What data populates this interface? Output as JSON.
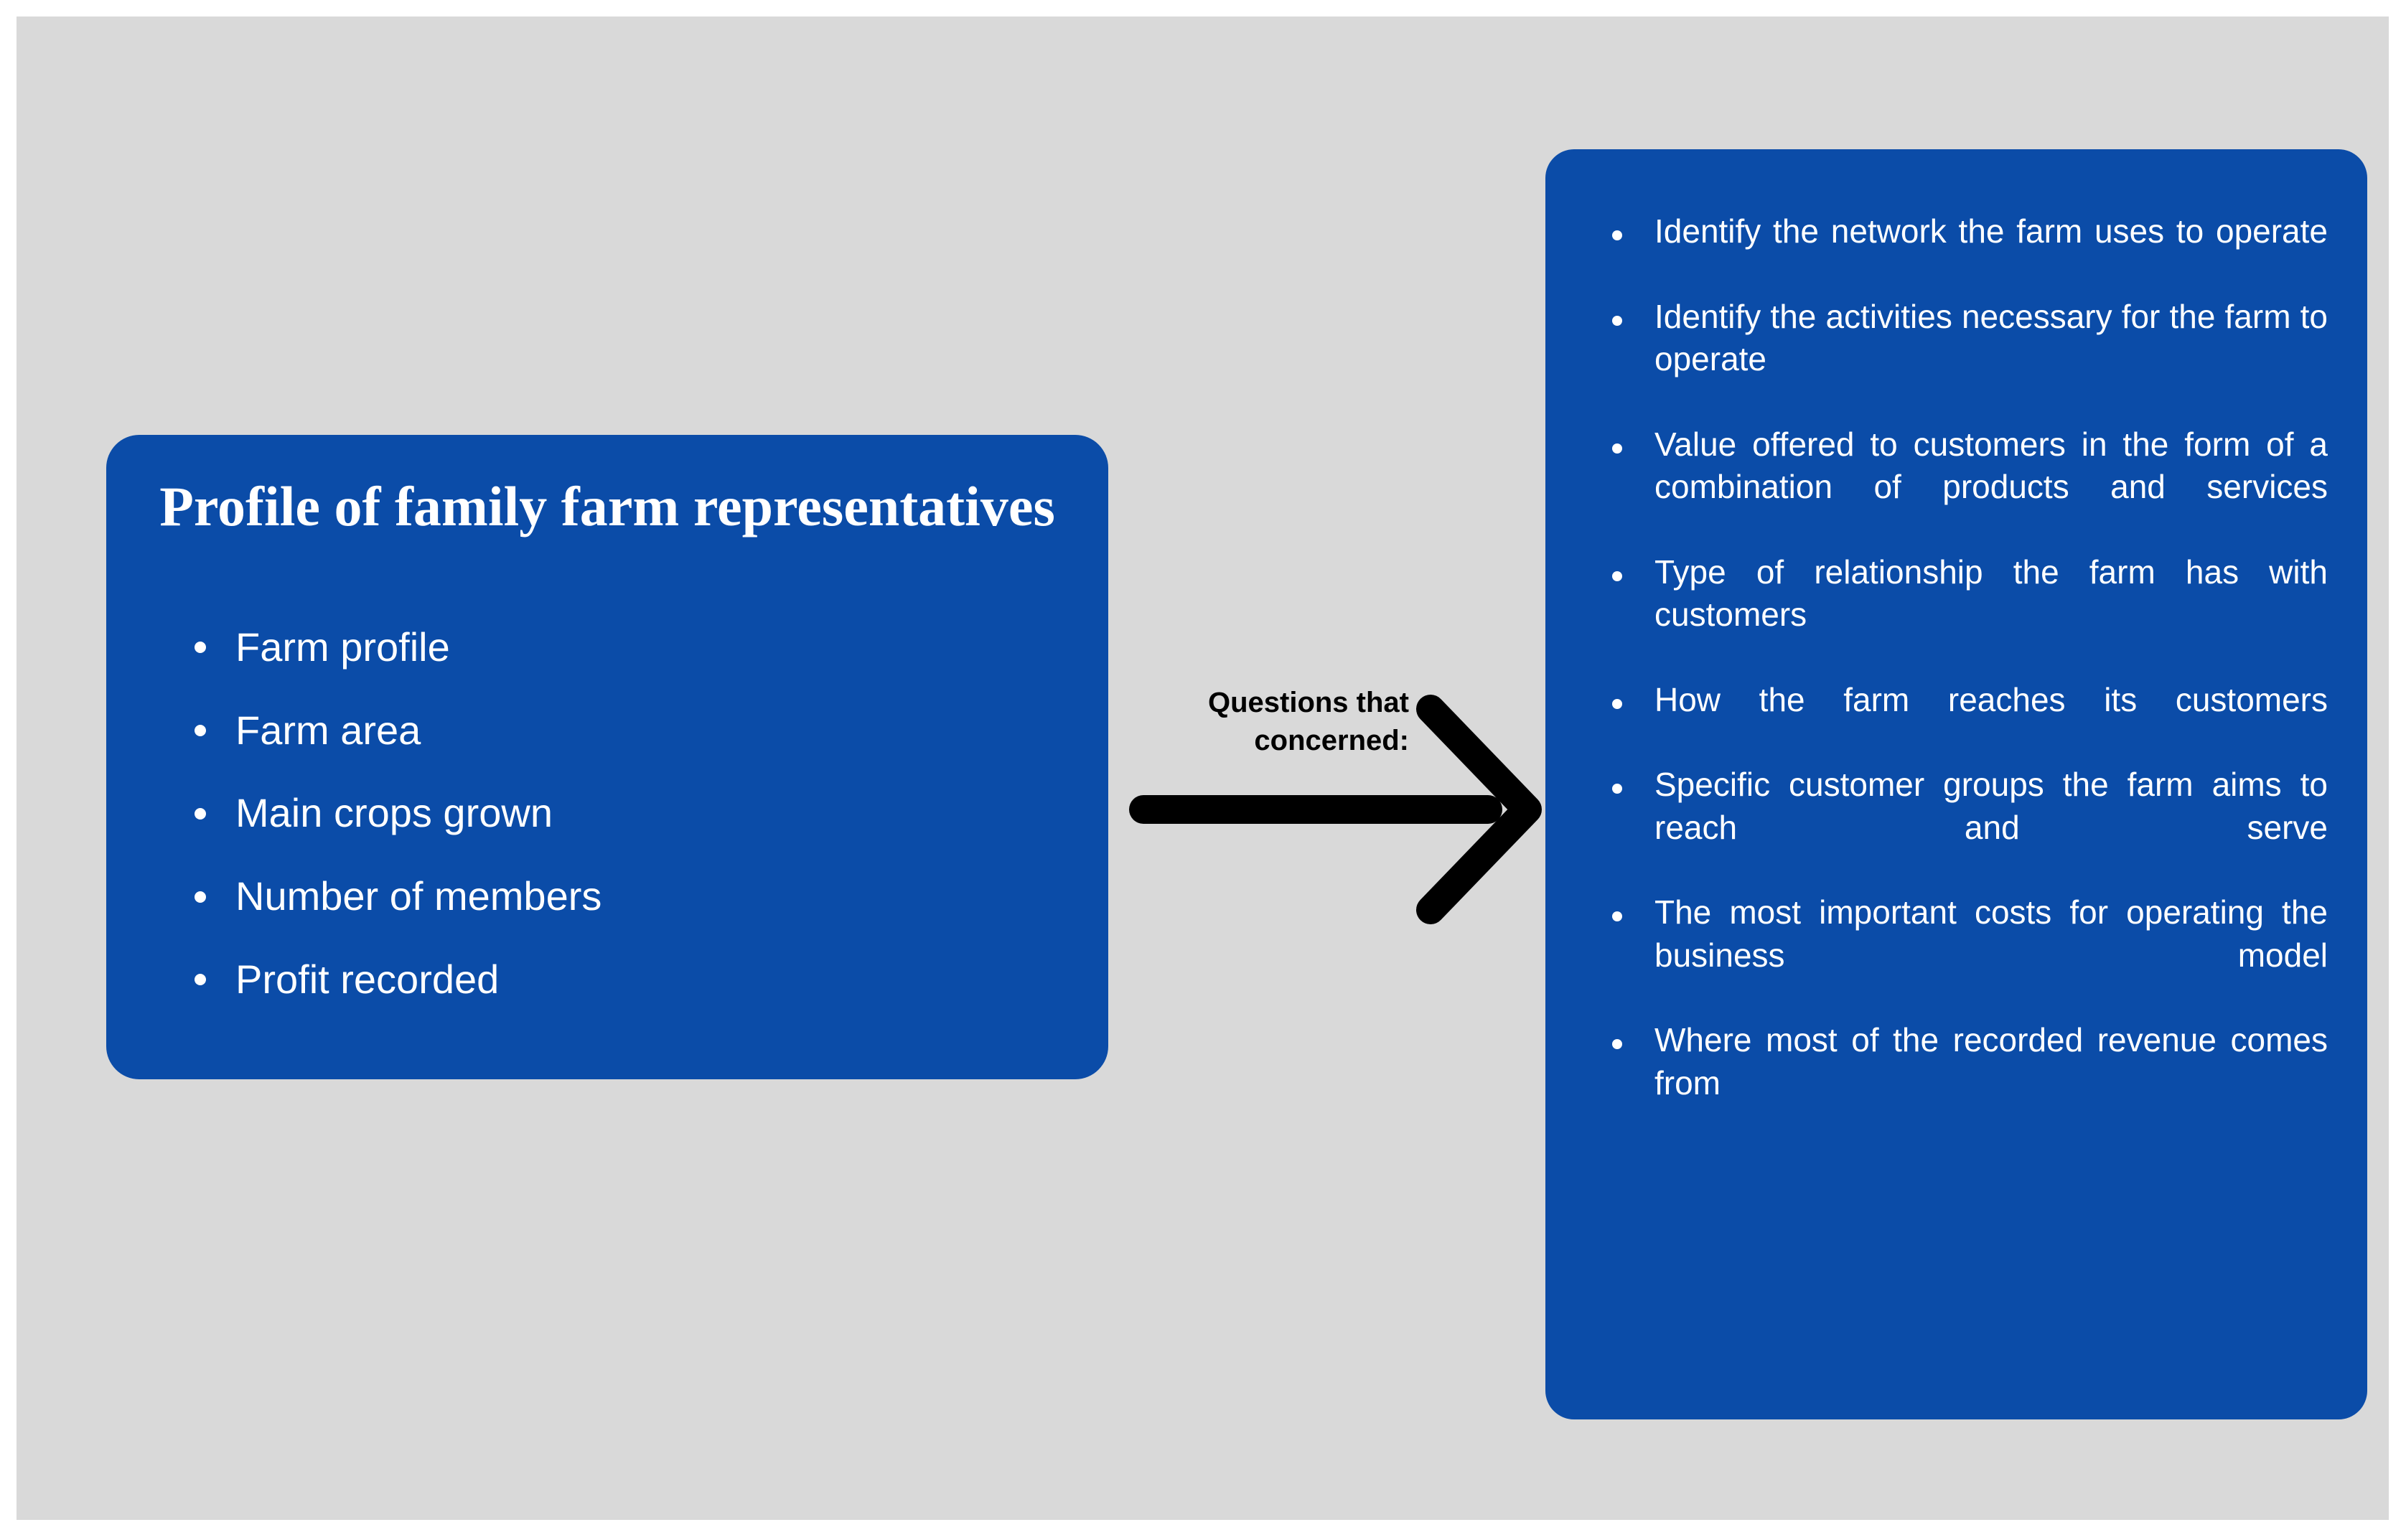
{
  "colors": {
    "canvas_background": "#d9d9d9",
    "card_blue": "#0B4CA8",
    "card_text": "#ffffff",
    "arrow_black": "#000000",
    "page_background": "#ffffff"
  },
  "profile_card": {
    "title": "Profile of family farm representatives",
    "items": [
      {
        "label": "Farm profile"
      },
      {
        "label": "Farm area"
      },
      {
        "label": "Main crops grown"
      },
      {
        "label": "Number of members"
      },
      {
        "label": "Profit recorded"
      }
    ]
  },
  "connector": {
    "caption": "Questions that concerned:",
    "icon": "right-arrow-icon"
  },
  "questions_card": {
    "items": [
      {
        "label": "Identify the network the farm uses to operate"
      },
      {
        "label": "Identify the activities necessary for the farm to operate"
      },
      {
        "label": "Value offered to customers in the form of a combination of products and services"
      },
      {
        "label": "Type of relationship the farm has with customers"
      },
      {
        "label": "How the farm reaches its customers"
      },
      {
        "label": "Specific customer groups the farm aims to reach and serve"
      },
      {
        "label": "The most important costs for operating the business model"
      },
      {
        "label": "Where most of the recorded revenue comes from"
      }
    ]
  }
}
